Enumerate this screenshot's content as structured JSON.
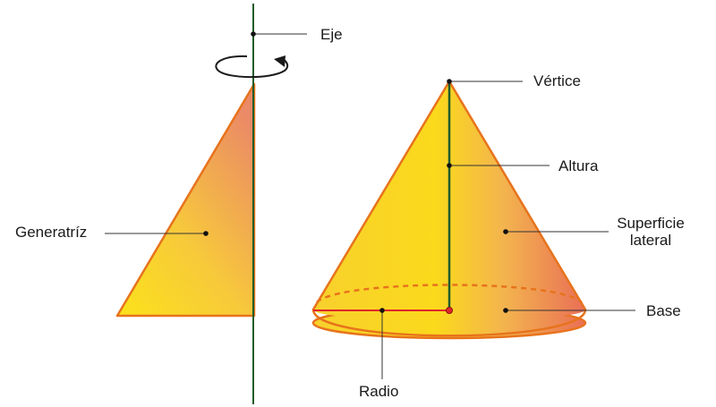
{
  "labels": {
    "eje": "Eje",
    "generatriz": "Generatríz",
    "vertice": "Vértice",
    "altura": "Altura",
    "superficie_line1": "Superficie",
    "superficie_line2": "lateral",
    "base": "Base",
    "radio": "Radio"
  },
  "colors": {
    "fill_yellow": "#F9D616",
    "fill_orange": "#E9876A",
    "outline": "#E7731C",
    "axis": "#1E5C2A",
    "radius": "#E0262B",
    "leader": "#333333"
  },
  "icons": {
    "rotation": "circular-arrow-icon"
  }
}
